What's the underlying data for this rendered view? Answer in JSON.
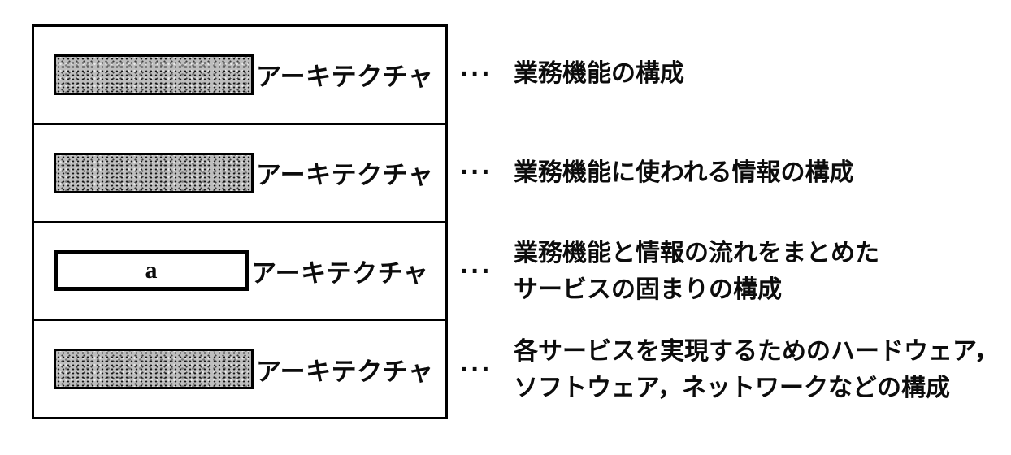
{
  "diagram": {
    "rows": [
      {
        "slab": "shaded",
        "label": "アーキテクチャ",
        "dots": "···",
        "desc": [
          "業務機能の構成"
        ]
      },
      {
        "slab": "shaded",
        "label": "アーキテクチャ",
        "dots": "···",
        "desc": [
          "業務機能に使われる情報の構成"
        ]
      },
      {
        "slab": "answer",
        "slab_text": "a",
        "label": "アーキテクチャ",
        "dots": "···",
        "desc": [
          "業務機能と情報の流れをまとめた",
          "サービスの固まりの構成"
        ]
      },
      {
        "slab": "shaded",
        "label": "アーキテクチャ",
        "dots": "···",
        "desc": [
          "各サービスを実現するためのハードウェア，",
          "ソフトウェア，ネットワークなどの構成"
        ]
      }
    ]
  }
}
